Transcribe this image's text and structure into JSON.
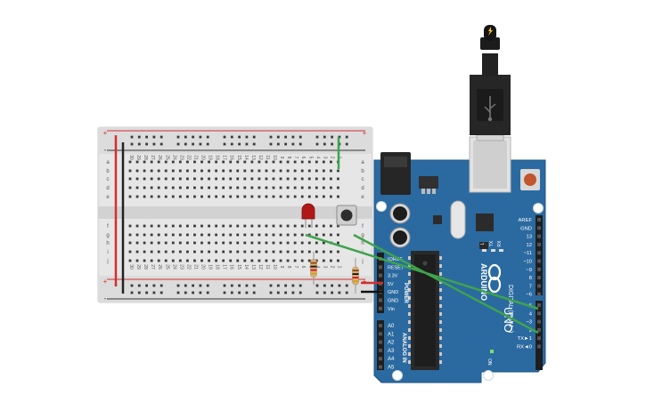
{
  "breadboard": {
    "columns": [
      "30",
      "29",
      "28",
      "27",
      "26",
      "25",
      "24",
      "23",
      "22",
      "21",
      "20",
      "19",
      "18",
      "17",
      "16",
      "15",
      "14",
      "13",
      "12",
      "11",
      "10",
      "9",
      "8",
      "7",
      "6",
      "5",
      "4",
      "3",
      "2",
      "1"
    ],
    "rows_top": [
      "a",
      "b",
      "c",
      "d",
      "e"
    ],
    "rows_bottom": [
      "f",
      "g",
      "h",
      "i",
      "j"
    ],
    "rail_plus": "+",
    "rail_minus": "-"
  },
  "arduino": {
    "model": "UNO",
    "brand": "ARDUINO",
    "power_header_title": "POWER",
    "power_pins": [
      "IOREF",
      "RESET",
      "3.3V",
      "5V",
      "GND",
      "GND",
      "Vin"
    ],
    "analog_header_title": "ANALOG IN",
    "analog_pins": [
      "A0",
      "A1",
      "A2",
      "A3",
      "A4",
      "A5"
    ],
    "digital_header_title": "DIGITAL (PWM~)",
    "digital_pins": [
      "AREF",
      "GND",
      "13",
      "12",
      "~11",
      "~10",
      "~9",
      "8",
      "7",
      "~6",
      "~5",
      "4",
      "~3",
      "2",
      "TX►1",
      "RX◄0"
    ],
    "leds": [
      "L",
      "TX",
      "RX"
    ],
    "on_label": "ON"
  },
  "usb_plug": {
    "icon": "usb-icon"
  },
  "colors": {
    "board_blue": "#2b6aa0",
    "breadboard": "#e6e6e6",
    "wire_green": "#3fa34d",
    "wire_red": "#d32f2f",
    "led_red": "#b01818"
  }
}
